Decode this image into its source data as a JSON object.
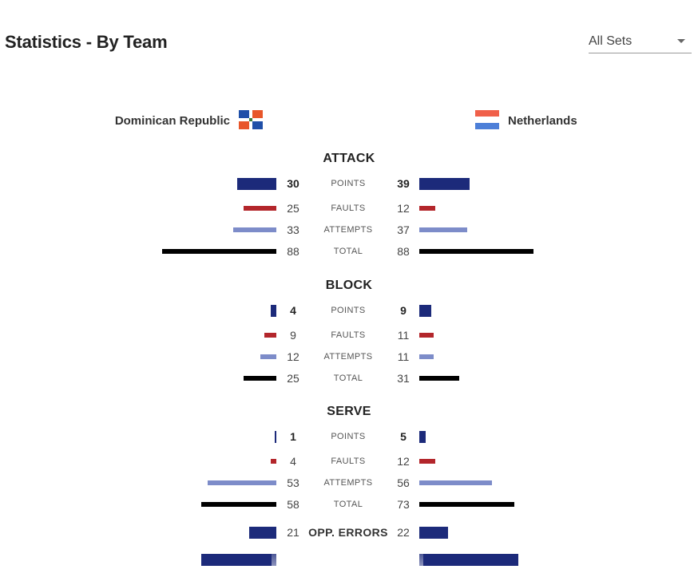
{
  "page": {
    "title": "Statistics - By Team",
    "set_filter": {
      "value": "All Sets"
    }
  },
  "teams": {
    "home": {
      "name": "Dominican Republic",
      "flag_icon": "flag-dominican-republic-icon"
    },
    "away": {
      "name": "Netherlands",
      "flag_icon": "flag-netherlands-icon"
    }
  },
  "colors": {
    "points": "#1c2a7a",
    "faults": "#b3262b",
    "attempts": "#7d8cc9",
    "total": "#000000",
    "opp_errors": "#1c2a7a"
  },
  "sections": [
    {
      "title": "ATTACK",
      "rows": [
        {
          "label": "POINTS",
          "home": 30,
          "away": 39
        },
        {
          "label": "FAULTS",
          "home": 25,
          "away": 12
        },
        {
          "label": "ATTEMPTS",
          "home": 33,
          "away": 37
        },
        {
          "label": "TOTAL",
          "home": 88,
          "away": 88
        }
      ]
    },
    {
      "title": "BLOCK",
      "rows": [
        {
          "label": "POINTS",
          "home": 4,
          "away": 9
        },
        {
          "label": "FAULTS",
          "home": 9,
          "away": 11
        },
        {
          "label": "ATTEMPTS",
          "home": 12,
          "away": 11
        },
        {
          "label": "TOTAL",
          "home": 25,
          "away": 31
        }
      ]
    },
    {
      "title": "SERVE",
      "rows": [
        {
          "label": "POINTS",
          "home": 1,
          "away": 5
        },
        {
          "label": "FAULTS",
          "home": 4,
          "away": 12
        },
        {
          "label": "ATTEMPTS",
          "home": 53,
          "away": 56
        },
        {
          "label": "TOTAL",
          "home": 58,
          "away": 73
        }
      ]
    }
  ],
  "opp_errors": {
    "label": "OPP. ERRORS",
    "home": 21,
    "away": 22
  },
  "grand_total": {
    "home_fraction": 0.52,
    "away_fraction": 0.7
  }
}
